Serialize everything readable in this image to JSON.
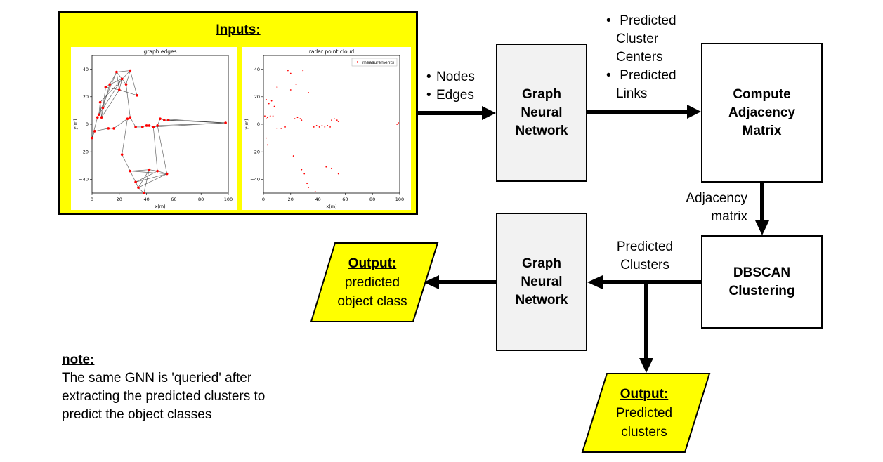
{
  "inputs": {
    "title": "Inputs:",
    "plot1": {
      "title": "graph edges",
      "xlabel": "x(m)",
      "ylabel": "y(m)",
      "xticks": [
        "0",
        "20",
        "40",
        "60",
        "80",
        "100"
      ],
      "yticks": [
        "40",
        "20",
        "0",
        "−20",
        "−40"
      ]
    },
    "plot2": {
      "title": "radar point cloud",
      "xlabel": "x(m)",
      "ylabel": "y(m)",
      "legend": "measurements",
      "xticks": [
        "0",
        "20",
        "40",
        "60",
        "80",
        "100"
      ],
      "yticks": [
        "40",
        "20",
        "0",
        "−20",
        "−40"
      ]
    }
  },
  "labels": {
    "input_items": [
      "Nodes",
      "Edges"
    ],
    "gnn_outputs": [
      "Predicted Cluster Centers",
      "Predicted Links"
    ],
    "gnn_outputs_lines": [
      [
        "Predicted",
        "Cluster",
        "Centers"
      ],
      [
        "Predicted",
        "Links"
      ]
    ],
    "adjacency": [
      "Adjacency",
      "matrix"
    ],
    "predicted_clusters": [
      "Predicted",
      "Clusters"
    ]
  },
  "boxes": {
    "gnn1": [
      "Graph",
      "Neural",
      "Network"
    ],
    "adjacency_matrix": [
      "Compute",
      "Adjacency",
      "Matrix"
    ],
    "dbscan": [
      "DBSCAN",
      "Clustering"
    ],
    "gnn2": [
      "Graph",
      "Neural",
      "Network"
    ]
  },
  "outputs": {
    "object_class": {
      "heading": "Output:",
      "lines": [
        "predicted",
        "object class"
      ]
    },
    "clusters": {
      "heading": "Output:",
      "lines": [
        "Predicted",
        "clusters"
      ]
    }
  },
  "note": {
    "heading": "note:",
    "lines": [
      "The same GNN is 'queried' after",
      "extracting the predicted clusters to",
      "predict the object classes"
    ]
  },
  "colors": {
    "input_bg": "#ffff00",
    "box_gray": "#f2f2f2",
    "points": "#ff0000",
    "edges": "#333333"
  },
  "chart_data": [
    {
      "type": "scatter",
      "title": "graph edges",
      "xlabel": "x(m)",
      "ylabel": "y(m)",
      "xlim": [
        0,
        100
      ],
      "ylim": [
        -50,
        50
      ],
      "nodes": [
        [
          4,
          5
        ],
        [
          5,
          7
        ],
        [
          6,
          16
        ],
        [
          7,
          5
        ],
        [
          8,
          12
        ],
        [
          10,
          27
        ],
        [
          13,
          29
        ],
        [
          18,
          38
        ],
        [
          20,
          25
        ],
        [
          22,
          33
        ],
        [
          25,
          29
        ],
        [
          28,
          39
        ],
        [
          33,
          21
        ],
        [
          12,
          -3
        ],
        [
          16,
          -3
        ],
        [
          22,
          -22
        ],
        [
          26,
          4
        ],
        [
          28,
          5
        ],
        [
          32,
          -2
        ],
        [
          37,
          -2
        ],
        [
          40,
          -1
        ],
        [
          42,
          -1
        ],
        [
          45,
          -2
        ],
        [
          48,
          -1
        ],
        [
          50,
          4
        ],
        [
          53,
          3
        ],
        [
          56,
          3
        ],
        [
          98,
          1
        ],
        [
          28,
          -34
        ],
        [
          32,
          -42
        ],
        [
          34,
          -46
        ],
        [
          42,
          -33
        ],
        [
          48,
          -34
        ],
        [
          55,
          -36
        ],
        [
          38,
          -50
        ],
        [
          0,
          -10
        ],
        [
          2,
          -5
        ]
      ],
      "edges": [
        [
          0,
          1
        ],
        [
          1,
          2
        ],
        [
          2,
          3
        ],
        [
          3,
          4
        ],
        [
          4,
          5
        ],
        [
          5,
          6
        ],
        [
          6,
          7
        ],
        [
          7,
          8
        ],
        [
          8,
          9
        ],
        [
          9,
          10
        ],
        [
          10,
          11
        ],
        [
          11,
          12
        ],
        [
          7,
          11
        ],
        [
          7,
          9
        ],
        [
          6,
          9
        ],
        [
          5,
          8
        ],
        [
          4,
          6
        ],
        [
          0,
          35
        ],
        [
          35,
          36
        ],
        [
          36,
          13
        ],
        [
          13,
          14
        ],
        [
          14,
          16
        ],
        [
          16,
          17
        ],
        [
          17,
          18
        ],
        [
          18,
          19
        ],
        [
          19,
          20
        ],
        [
          20,
          21
        ],
        [
          21,
          22
        ],
        [
          22,
          23
        ],
        [
          23,
          24
        ],
        [
          24,
          25
        ],
        [
          25,
          26
        ],
        [
          26,
          27
        ],
        [
          24,
          27
        ],
        [
          25,
          27
        ],
        [
          23,
          27
        ],
        [
          22,
          27
        ],
        [
          16,
          15
        ],
        [
          15,
          28
        ],
        [
          28,
          29
        ],
        [
          29,
          30
        ],
        [
          30,
          31
        ],
        [
          31,
          32
        ],
        [
          32,
          33
        ],
        [
          28,
          31
        ],
        [
          28,
          32
        ],
        [
          28,
          33
        ],
        [
          29,
          33
        ],
        [
          30,
          33
        ],
        [
          29,
          32
        ],
        [
          30,
          34
        ],
        [
          34,
          31
        ],
        [
          23,
          33
        ],
        [
          22,
          32
        ],
        [
          1,
          9
        ],
        [
          3,
          8
        ],
        [
          0,
          7
        ],
        [
          2,
          11
        ],
        [
          8,
          12
        ],
        [
          10,
          17
        ]
      ]
    },
    {
      "type": "scatter",
      "title": "radar point cloud",
      "xlabel": "x(m)",
      "ylabel": "y(m)",
      "xlim": [
        0,
        100
      ],
      "ylim": [
        -50,
        50
      ],
      "series": [
        {
          "name": "measurements",
          "points": [
            [
              18,
              39
            ],
            [
              20,
              37
            ],
            [
              29,
              39
            ],
            [
              10,
              27
            ],
            [
              20,
              25
            ],
            [
              24,
              29
            ],
            [
              33,
              23
            ],
            [
              2,
              18
            ],
            [
              4,
              15
            ],
            [
              6,
              17
            ],
            [
              8,
              13
            ],
            [
              1,
              6
            ],
            [
              3,
              5
            ],
            [
              5,
              6
            ],
            [
              7,
              6
            ],
            [
              2,
              4
            ],
            [
              10,
              -3
            ],
            [
              13,
              -3
            ],
            [
              16,
              -2
            ],
            [
              2,
              -10
            ],
            [
              3,
              -15
            ],
            [
              23,
              4
            ],
            [
              25,
              5
            ],
            [
              27,
              4
            ],
            [
              28,
              3
            ],
            [
              37,
              -2
            ],
            [
              39,
              -1
            ],
            [
              41,
              -2
            ],
            [
              43,
              -1
            ],
            [
              45,
              -2
            ],
            [
              47,
              -1
            ],
            [
              49,
              -2
            ],
            [
              50,
              3
            ],
            [
              52,
              4
            ],
            [
              54,
              3
            ],
            [
              55,
              2
            ],
            [
              98,
              0
            ],
            [
              99,
              1
            ],
            [
              22,
              -23
            ],
            [
              28,
              -33
            ],
            [
              30,
              -36
            ],
            [
              32,
              -43
            ],
            [
              33,
              -46
            ],
            [
              46,
              -31
            ],
            [
              50,
              -32
            ],
            [
              55,
              -36
            ],
            [
              38,
              -49
            ]
          ]
        }
      ]
    }
  ]
}
